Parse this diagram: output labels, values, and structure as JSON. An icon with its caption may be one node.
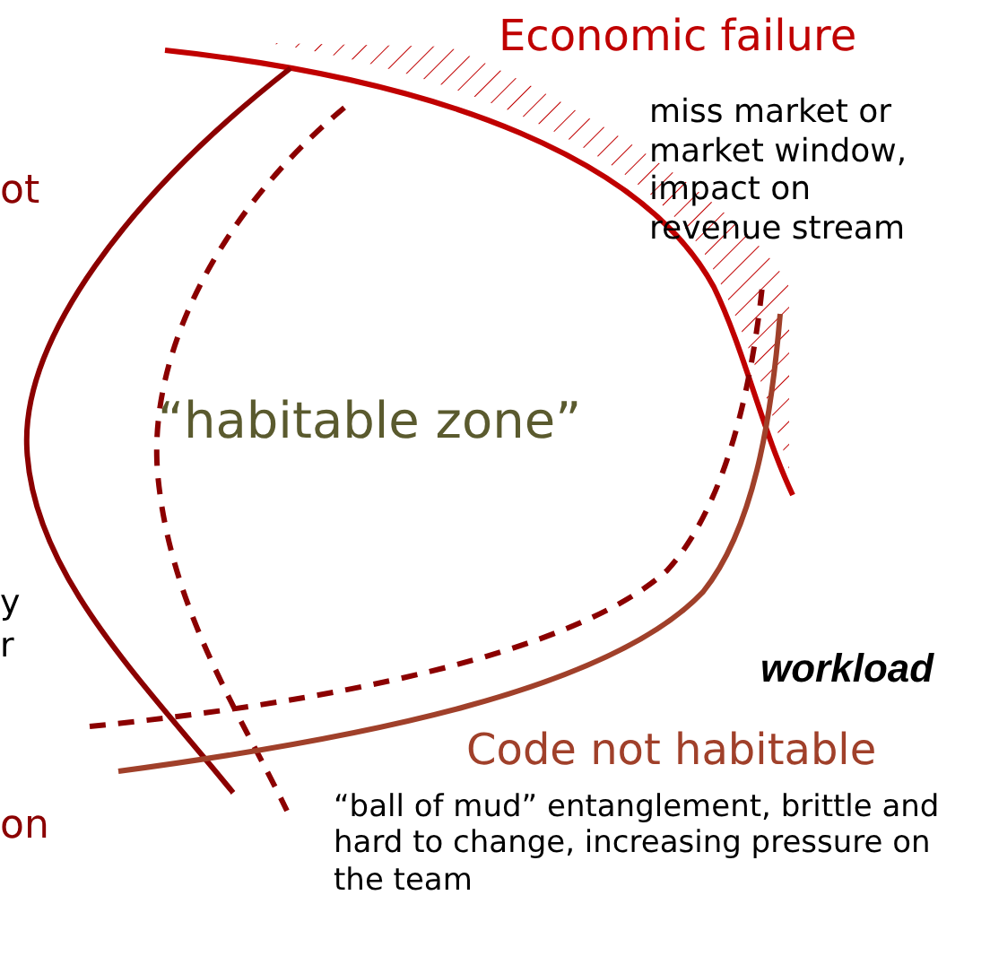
{
  "diagram": {
    "labels": [
      "Economic failure",
      "miss market or market window, impact on revenue stream",
      "ot",
      "“habitable zone”",
      "y",
      "r",
      "workload",
      "Code not habitable",
      "on",
      "“ball of mud” entanglement, brittle and hard to change, increasing pressure on the team"
    ]
  }
}
